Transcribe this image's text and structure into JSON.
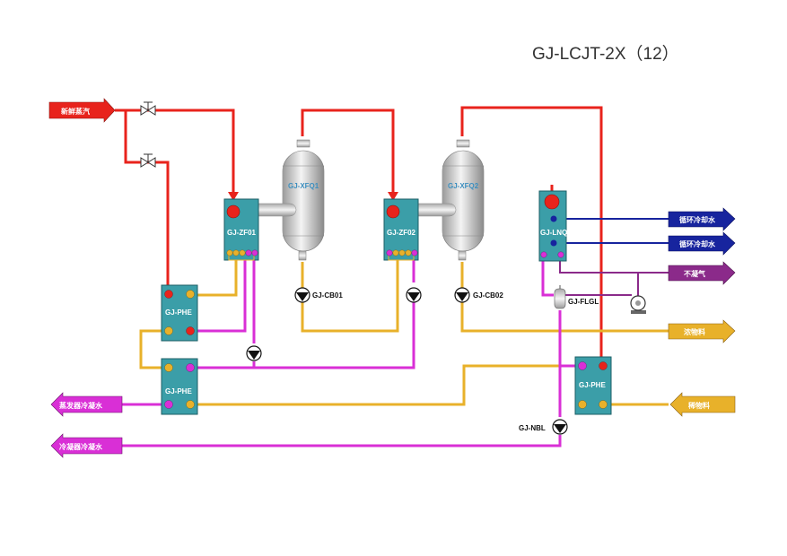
{
  "title": "GJ-LCJT-2X（12）",
  "colors": {
    "steam": "#e8231c",
    "condensate": "#d92fd6",
    "product": "#e8b12a",
    "cooling_water": "#17249e",
    "noncondensable": "#8b2a8a",
    "hx_plate": "#3b9ea8"
  },
  "arrows": {
    "fresh_steam": "新鲜蒸汽",
    "cooling_water_out": "循环冷却水",
    "cooling_water_in": "循环冷却水",
    "noncondensable_gas": "不凝气",
    "concentrate": "浓物料",
    "dilute_feed": "稀物料",
    "evaporator_condensate": "蒸发器冷凝水",
    "condenser_condensate": "冷凝器冷凝水"
  },
  "units": {
    "zf01": "GJ-ZF01",
    "zf02": "GJ-ZF02",
    "xfq1": "GJ-XFQ1",
    "xfq2": "GJ-XFQ2",
    "lnq": "GJ-LNQ",
    "phe1": "GJ-PHE",
    "phe2": "GJ-PHE",
    "phe3": "GJ-PHE",
    "cb01": "GJ-CB01",
    "cb02": "GJ-CB02",
    "flgl": "GJ-FLGL",
    "nbl": "GJ-NBL"
  },
  "icons": {
    "valve": "gate-valve-icon",
    "pump": "pump-icon",
    "vacuum_pump": "vacuum-pump-icon",
    "separator": "gas-liquid-separator-icon"
  }
}
